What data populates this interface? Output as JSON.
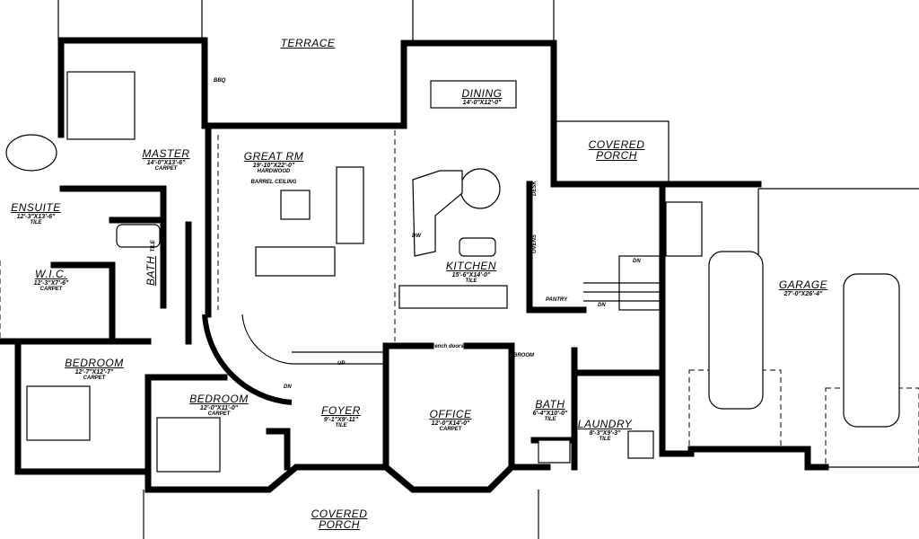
{
  "rooms": {
    "terrace": {
      "name": "TERRACE"
    },
    "dining": {
      "name": "DINING",
      "dim": "14'-0\"X12'-0\""
    },
    "covered_porch_rear": {
      "name_line1": "COVERED",
      "name_line2": "PORCH"
    },
    "master": {
      "name": "MASTER",
      "dim": "14'-0\"X13'-6\"",
      "finish": "CARPET"
    },
    "great_rm": {
      "name": "GREAT RM",
      "dim": "19'-10\"X22'-0\"",
      "finish": "HARDWOOD",
      "note": "BARREL CEILING"
    },
    "ensuite": {
      "name": "ENSUITE",
      "dim": "12'-3\"X13'-6\"",
      "finish": "TILE"
    },
    "kitchen": {
      "name": "KITCHEN",
      "dim": "15'-6\"X14'-0\"",
      "finish": "TILE"
    },
    "garage": {
      "name": "GARAGE",
      "dim": "27'-0\"X26'-4\""
    },
    "wic": {
      "name": "W.I.C.",
      "dim": "12'-3\"X7'-6\"",
      "finish": "CARPET"
    },
    "bath_master": {
      "name": "BATH",
      "finish": "TILE"
    },
    "bedroom1": {
      "name": "BEDROOM",
      "dim": "12'-7\"X12'-7\"",
      "finish": "CARPET"
    },
    "bedroom2": {
      "name": "BEDROOM",
      "dim": "12'-0\"X11'-0\"",
      "finish": "CARPET"
    },
    "foyer": {
      "name": "FOYER",
      "dim": "9'-1\"X9'-11\"",
      "finish": "TILE"
    },
    "office": {
      "name": "OFFICE",
      "dim": "12'-0\"X14'-0\"",
      "finish": "CARPET"
    },
    "bath_main": {
      "name": "BATH",
      "dim": "6'-4\"X10'-0\"",
      "finish": "TILE"
    },
    "laundry": {
      "name": "LAUNDRY",
      "dim": "8'-3\"X9'-3\"",
      "finish": "TILE"
    },
    "covered_porch_front": {
      "name_line1": "COVERED",
      "name_line2": "PORCH"
    }
  },
  "annotations": {
    "bbq": "BBQ",
    "desk": "DESK",
    "ovens": "OVENS",
    "dw": "DW",
    "pantry": "PANTRY",
    "dn_stair_top": "DN",
    "dn_stair_bottom": "DN",
    "up": "UP",
    "dn_curved": "DN",
    "french_doors": "french doors",
    "broom": "BROOM"
  }
}
